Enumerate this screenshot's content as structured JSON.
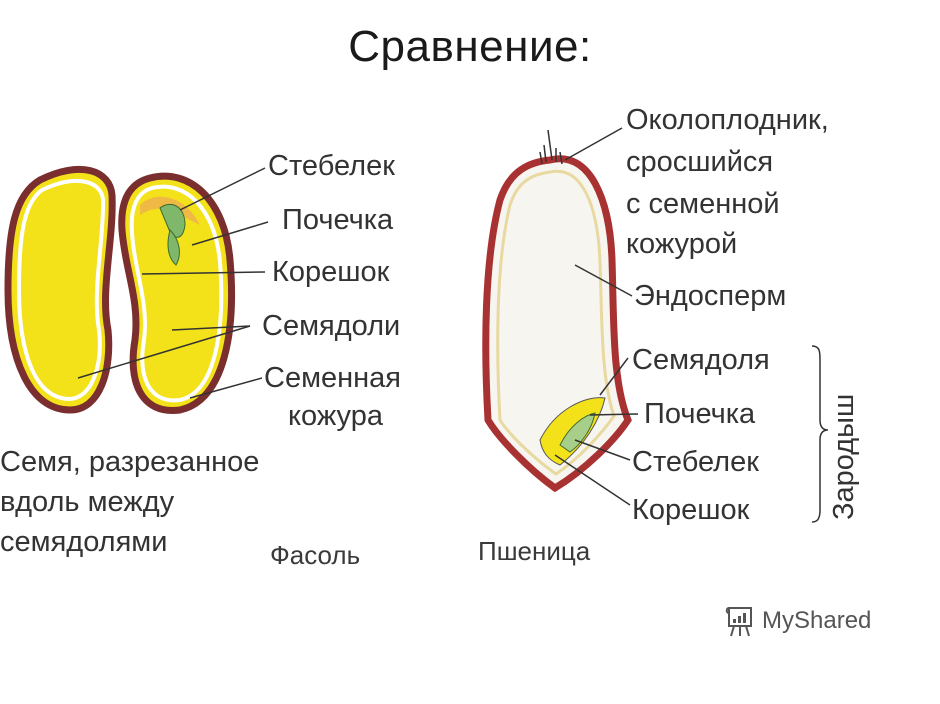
{
  "title": "Сравнение:",
  "bean": {
    "labels": {
      "stem": "Стебелек",
      "bud": "Почечка",
      "root": "Корешок",
      "cotyledons": "Семядоли",
      "seed_coat_line1": "Семенная",
      "seed_coat_line2": "кожура"
    },
    "description": [
      "Семя, разрезанное",
      "вдоль между",
      "семядолями"
    ],
    "caption": "Фасоль"
  },
  "wheat": {
    "labels": {
      "pericarp_line1": "Околоплодник,",
      "pericarp_line2": "сросшийся",
      "pericarp_line3": "с семенной",
      "pericarp_line4": "кожурой",
      "endosperm": "Эндосперм",
      "cotyledon": "Семядоля",
      "bud": "Почечка",
      "stem": "Стебелек",
      "root": "Корешок"
    },
    "embryo_bracket_label": "Зародыш",
    "caption": "Пшеница"
  },
  "watermark": {
    "icon": "presentation-board-icon",
    "text": "MyShared"
  },
  "colors": {
    "cotyledon_yellow": "#f3e21a",
    "seed_coat_red": "#a83232",
    "embryo_green": "#7fb86a",
    "endosperm": "#f7f5f0"
  }
}
